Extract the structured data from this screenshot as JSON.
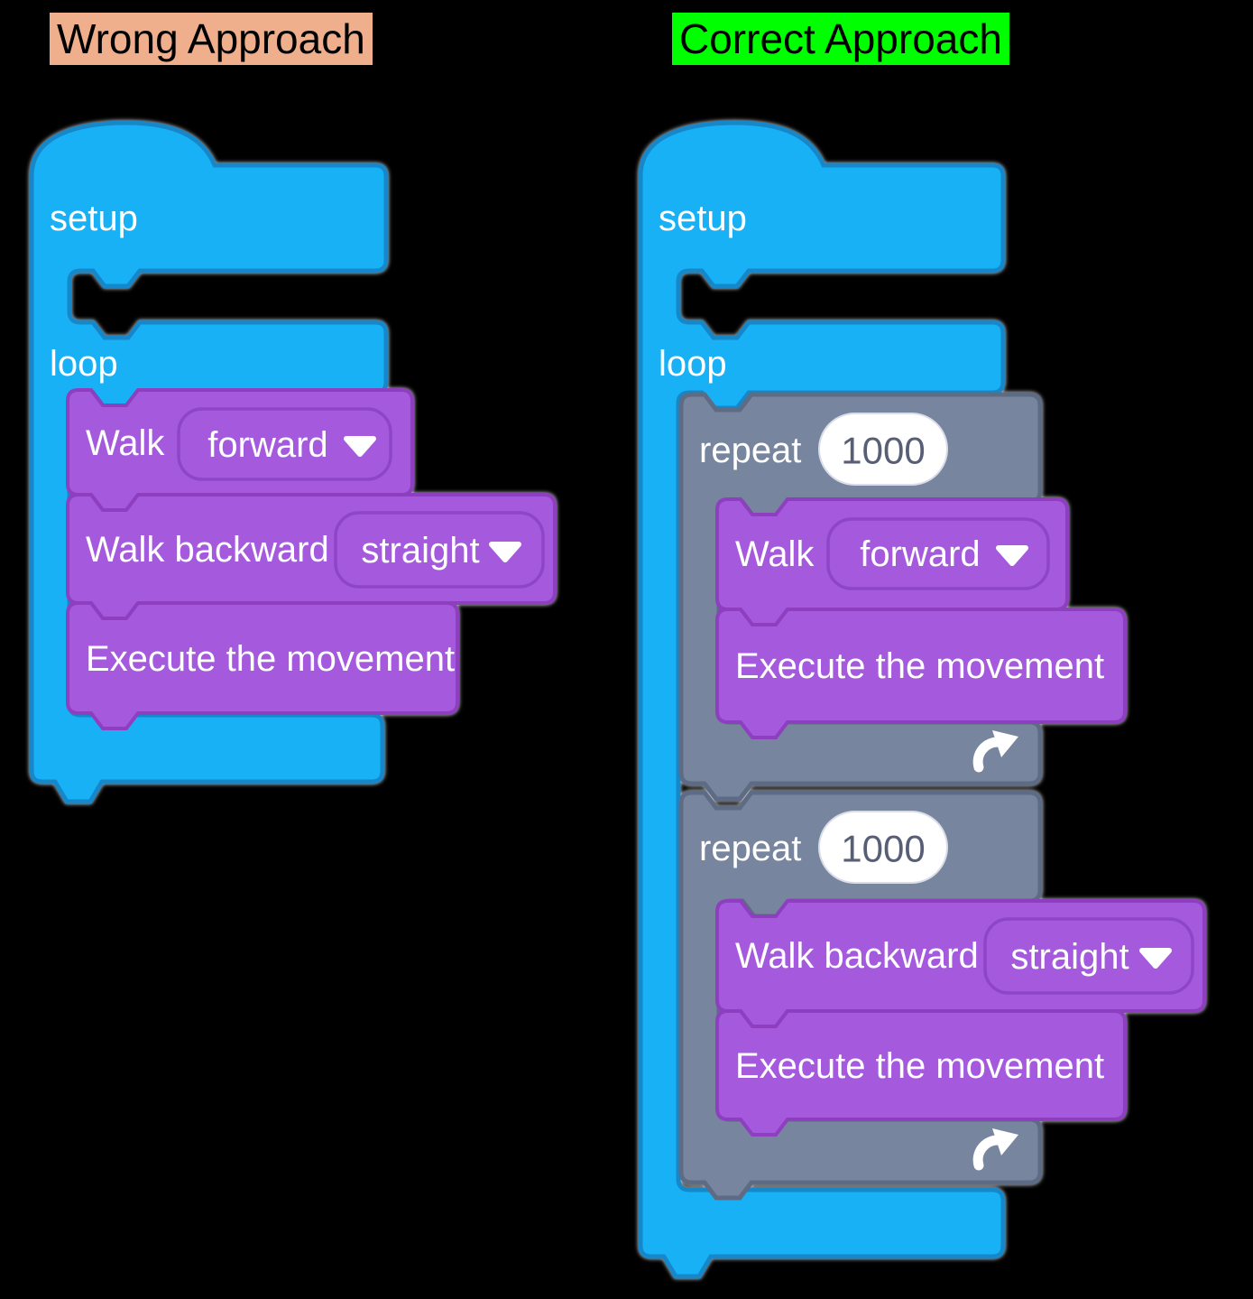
{
  "colors": {
    "wrong_bg": "#efaf8c",
    "correct_bg": "#00ff00",
    "blue": "#19b1f6",
    "blue_border": "#1687c9",
    "purple": "#a55ade",
    "purple_border": "#8d3fc0",
    "purple_dark": "#8d45c9",
    "gray": "#77859f",
    "gray_border": "#5d6b84",
    "number_text": "#575e75"
  },
  "left": {
    "title": "Wrong Approach",
    "program": {
      "setup": "setup",
      "loop": "loop"
    },
    "blocks": {
      "walk_forward": {
        "label": "Walk",
        "dropdown": "forward"
      },
      "walk_backward": {
        "label": "Walk backward",
        "dropdown": "straight"
      },
      "execute": {
        "label": "Execute the movement"
      }
    }
  },
  "right": {
    "title": "Correct Approach",
    "program": {
      "setup": "setup",
      "loop": "loop"
    },
    "repeats": [
      {
        "label": "repeat",
        "count": "1000",
        "blocks": {
          "walk": {
            "label": "Walk",
            "dropdown": "forward"
          },
          "execute": {
            "label": "Execute the movement"
          }
        }
      },
      {
        "label": "repeat",
        "count": "1000",
        "blocks": {
          "walk": {
            "label": "Walk backward",
            "dropdown": "straight"
          },
          "execute": {
            "label": "Execute the movement"
          }
        }
      }
    ]
  }
}
